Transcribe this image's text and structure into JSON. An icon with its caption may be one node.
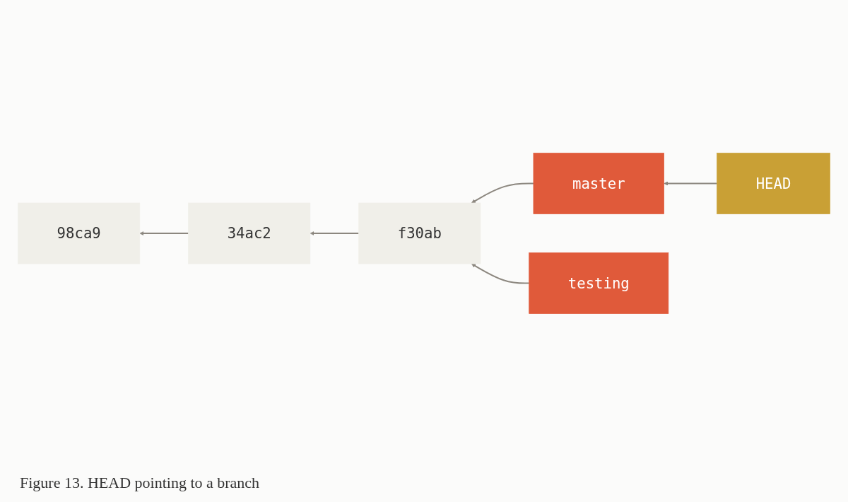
{
  "diagram": {
    "caption": "Figure 13. HEAD pointing to a branch",
    "nodes": [
      {
        "text": [
          "HEAD"
        ]
      },
      {
        "text": [
          "master"
        ]
      },
      {
        "text": [
          "98ca9"
        ]
      },
      {
        "text": [
          "34ac2"
        ]
      },
      {
        "text": [
          "f30ab"
        ]
      },
      {
        "text": [
          "testing"
        ]
      }
    ],
    "edges": [
      {
        "from": 0,
        "to": 1,
        "arrow": "to"
      },
      {
        "from": 1,
        "to": 4,
        "arrow": "to"
      },
      {
        "from": 4,
        "to": 3,
        "arrow": "to"
      },
      {
        "from": 3,
        "to": 2,
        "arrow": "to"
      },
      {
        "from": 5,
        "to": 4,
        "arrow": "to"
      }
    ]
  }
}
